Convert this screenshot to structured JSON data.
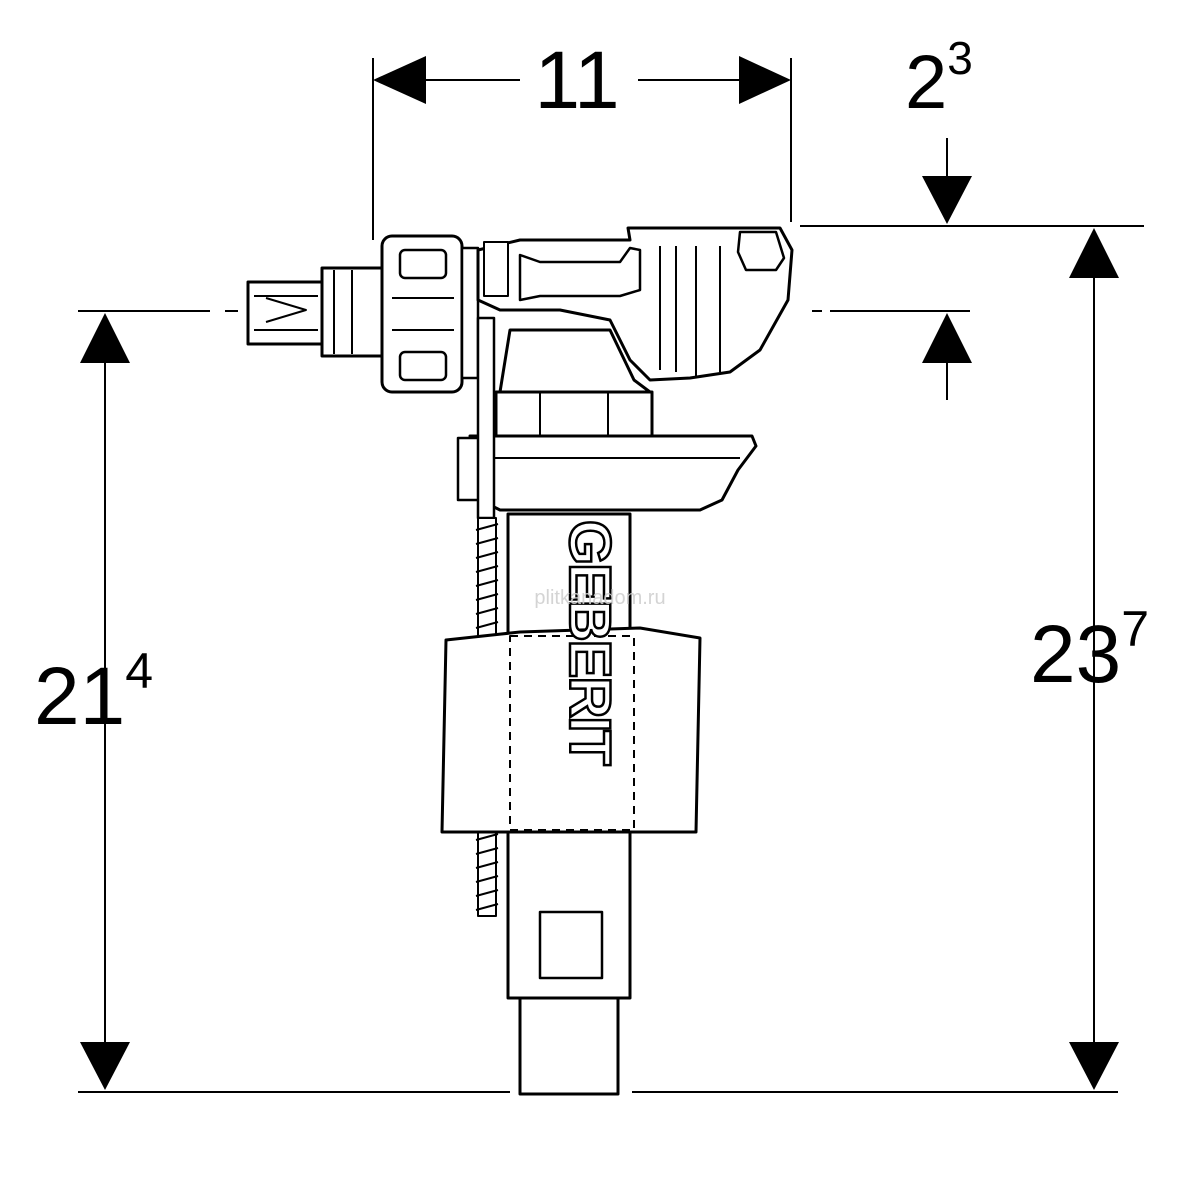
{
  "dimensions": {
    "width_top": {
      "base": "11",
      "sup": ""
    },
    "offset_top": {
      "base": "2",
      "sup": "3"
    },
    "height_left": {
      "base": "21",
      "sup": "4"
    },
    "height_right": {
      "base": "23",
      "sup": "7"
    }
  },
  "brand": {
    "logo_text": "GEBERIT"
  },
  "watermark": {
    "text": "plitkanadom.ru"
  },
  "colors": {
    "line": "#000000",
    "fill": "#ffffff",
    "watermark": "#cfcfcf"
  }
}
